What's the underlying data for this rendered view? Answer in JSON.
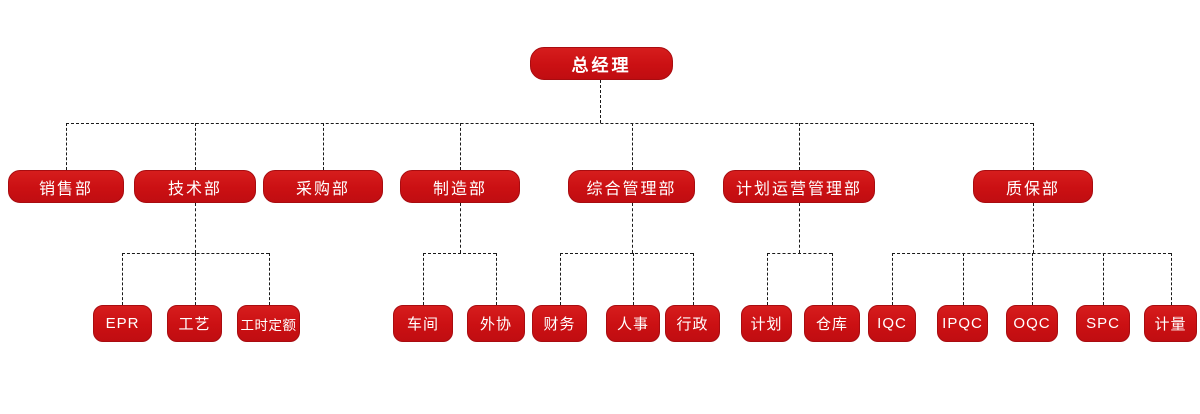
{
  "chart_data": {
    "type": "org-chart",
    "title": "",
    "root": {
      "label": "总经理"
    },
    "departments": [
      {
        "label": "销售部",
        "children": []
      },
      {
        "label": "技术部",
        "children": [
          "EPR",
          "工艺",
          "工时定额"
        ]
      },
      {
        "label": "采购部",
        "children": []
      },
      {
        "label": "制造部",
        "children": [
          "车间",
          "外协"
        ]
      },
      {
        "label": "综合管理部",
        "children": [
          "财务",
          "人事",
          "行政"
        ]
      },
      {
        "label": "计划运营管理部",
        "children": [
          "计划",
          "仓库"
        ]
      },
      {
        "label": "质保部",
        "children": [
          "IQC",
          "IPQC",
          "OQC",
          "SPC",
          "计量"
        ]
      }
    ],
    "colors": {
      "node_fill": "#cb1013",
      "node_border": "#a80c10",
      "node_text": "#ffffff",
      "connector": "#1a1a1a",
      "background": "#ffffff"
    },
    "connector_style": "dashed"
  }
}
